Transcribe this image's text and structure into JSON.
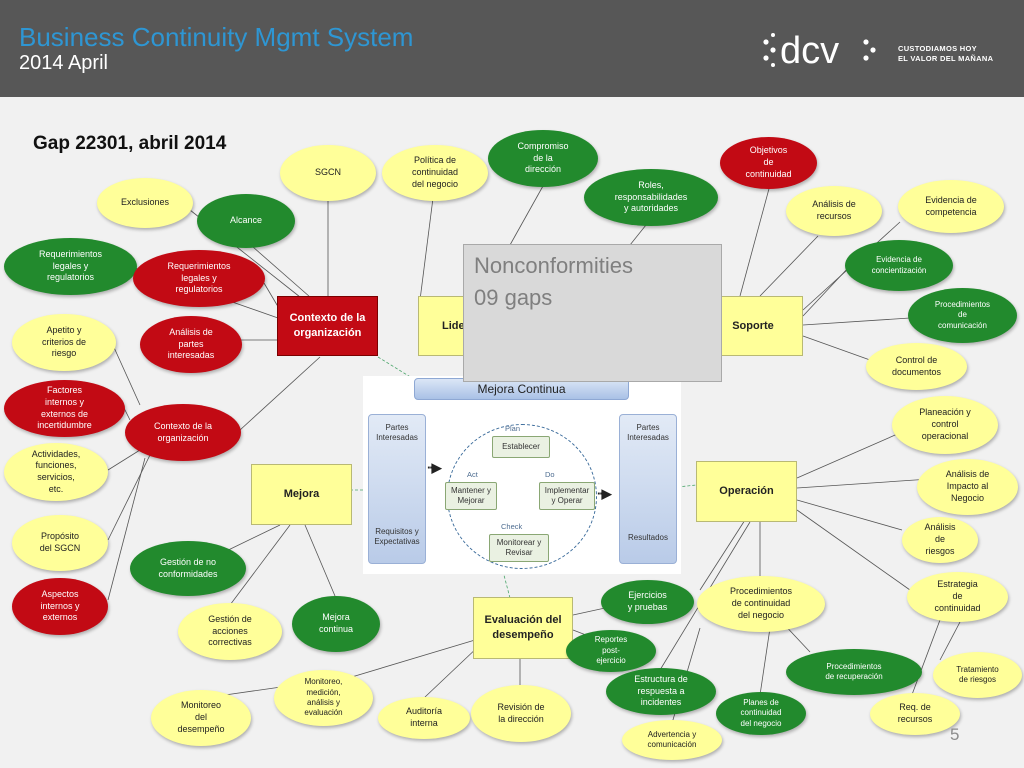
{
  "header": {
    "title": "Business Continuity Mgmt System",
    "subtitle": "2014 April",
    "logo_text": "dcv",
    "tagline_line1": "CUSTODIAMOS HOY",
    "tagline_line2": "EL VALOR DEL MAÑANA"
  },
  "slide_title": "Gap 22301, abril 2014",
  "page_number": "5",
  "nonconformities": {
    "title": "Nonconformities",
    "count": "09 gaps"
  },
  "pdca": {
    "header": "Mejora Continua",
    "left_top": [
      "Partes",
      "Interesadas"
    ],
    "left_bottom": [
      "Requisitos y",
      "Expectativas"
    ],
    "right_top": [
      "Partes",
      "Interesadas"
    ],
    "right_bottom": "Resultados",
    "plan_label": "Plan",
    "do_label": "Do",
    "check_label": "Check",
    "act_label": "Act",
    "plan_step": "Establecer",
    "do_step": [
      "Implementar",
      "y Operar"
    ],
    "check_step": [
      "Monitorear y",
      "Revisar"
    ],
    "act_step": [
      "Mantener y",
      "Mejorar"
    ]
  },
  "boxes": {
    "contexto": [
      "Contexto de la",
      "organización"
    ],
    "liderazgo": "Liderazgo",
    "soporte": "Soporte",
    "mejora": "Mejora",
    "operacion": "Operación",
    "evaluacion": [
      "Evaluación del",
      "desempeño"
    ]
  },
  "nodes": {
    "sgcn": [
      "SGCN"
    ],
    "politica": [
      "Política de",
      "continuidad",
      "del negocio"
    ],
    "compromiso": [
      "Compromiso",
      "de la",
      "dirección"
    ],
    "roles": [
      "Roles,",
      "responsabilidades",
      "y autoridades"
    ],
    "objetivos": [
      "Objetivos",
      "de",
      "continuidad"
    ],
    "exclusiones": [
      "Exclusiones"
    ],
    "alcance": [
      "Alcance"
    ],
    "req_legales_green": [
      "Requerimientos",
      "legales y",
      "regulatorios"
    ],
    "req_legales_red": [
      "Requerimientos",
      "legales y",
      "regulatorios"
    ],
    "apetito": [
      "Apetito y",
      "criterios de",
      "riesgo"
    ],
    "analisis_partes": [
      "Análisis  de",
      "partes",
      "interesadas"
    ],
    "factores": [
      "Factores",
      "internos y",
      "externos de",
      "incertidumbre"
    ],
    "contexto_org": [
      "Contexto de la",
      "organización"
    ],
    "actividades": [
      "Actividades,",
      "funciones,",
      "servicios,",
      "etc."
    ],
    "proposito": [
      "Propósito",
      "del SGCN"
    ],
    "aspectos": [
      "Aspectos",
      "internos y",
      "externos"
    ],
    "gestion_no_conf": [
      "Gestión de no",
      "conformidades"
    ],
    "gestion_acciones": [
      "Gestión de",
      "acciones",
      "correctivas"
    ],
    "mejora_continua": [
      "Mejora",
      "continua"
    ],
    "monitoreo_desempeno": [
      "Monitoreo",
      "del",
      "desempeño"
    ],
    "monitoreo_medicion": [
      "Monitoreo,",
      "medición,",
      "análisis y",
      "evaluación"
    ],
    "auditoria": [
      "Auditoría",
      "interna"
    ],
    "revision": [
      "Revisión de",
      "la dirección"
    ],
    "reportes": [
      "Reportes",
      "post-",
      "ejercicio"
    ],
    "ejercicios": [
      "Ejercicios",
      "y pruebas"
    ],
    "procedimientos_cont": [
      "Procedimientos",
      "de continuidad",
      "del negocio"
    ],
    "estructura": [
      "Estructura de",
      "respuesta a",
      "incidentes"
    ],
    "advertencia": [
      "Advertencia y",
      "comunicación"
    ],
    "planes": [
      "Planes de",
      "continuidad",
      "del negocio"
    ],
    "proc_recuperacion": [
      "Procedimientos",
      "de recuperación"
    ],
    "analisis_recursos": [
      "Análisis de",
      "recursos"
    ],
    "evidencia_competencia": [
      "Evidencia de",
      "competencia"
    ],
    "evidencia_concientizacion": [
      "Evidencia de",
      "concientización"
    ],
    "proc_comunicacion": [
      "Procedimientos",
      "de",
      "comunicación"
    ],
    "control_documentos": [
      "Control de",
      "documentos"
    ],
    "planeacion": [
      "Planeación y",
      "control",
      "operacional"
    ],
    "analisis_impacto": [
      "Análisis  de",
      "Impacto al",
      "Negocio"
    ],
    "analisis_riesgos": [
      "Análisis",
      "de",
      "riesgos"
    ],
    "estrategia": [
      "Estrategia",
      "de",
      "continuidad"
    ],
    "tratamiento": [
      "Tratamiento",
      "de riesgos"
    ],
    "req_recursos": [
      "Req. de",
      "recursos"
    ]
  },
  "colors": {
    "header_bg": "#575757",
    "title_blue": "#2e96d3",
    "yellow": "#ffff99",
    "green": "#228a2d",
    "red": "#c20a14"
  }
}
